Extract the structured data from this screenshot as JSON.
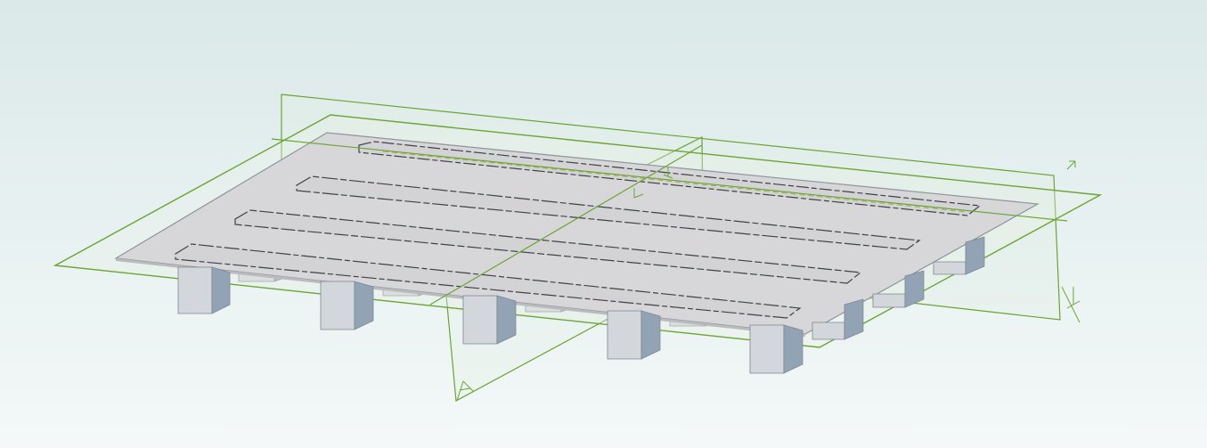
{
  "viewport": {
    "background_top": "#dbe9e9",
    "background_bottom": "#f4f8f8"
  },
  "model": {
    "plate_color": "#d7d7d9",
    "plate_edge_color": "#8f9499",
    "slot_count": 4,
    "support_count": 16,
    "support_front_color": "#d3d6da",
    "support_side_color": "#93a3b6"
  },
  "reference_geometry": {
    "plane_color": "#6aa532",
    "plane_count": 3,
    "triad_icon": "coordinate-triad-icon"
  }
}
